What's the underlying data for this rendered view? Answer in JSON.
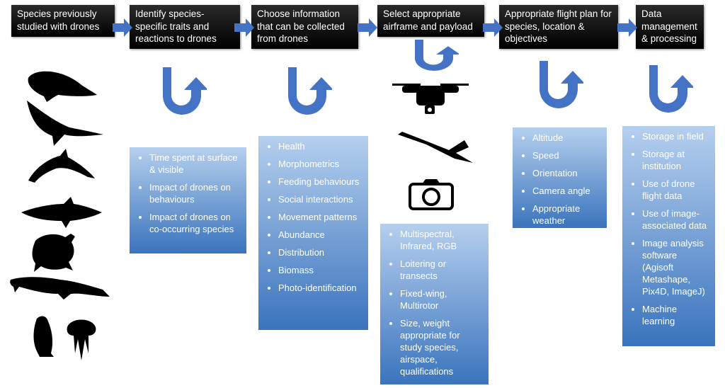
{
  "steps": [
    {
      "title": "Species previously studied with drones"
    },
    {
      "title": "Identify species-specific traits and reactions to drones",
      "items": [
        "Time spent at surface & visible",
        "Impact of drones on behaviours",
        "Impact of drones on co-occurring species"
      ]
    },
    {
      "title": "Choose information that can be collected from drones",
      "items": [
        "Health",
        "Morphometrics",
        "Feeding behaviours",
        "Social interactions",
        "Movement patterns",
        "Abundance",
        "Distribution",
        "Biomass",
        "Photo-identification"
      ]
    },
    {
      "title": "Select appropriate airframe and payload",
      "items": [
        "Multispectral, Infrared, RGB",
        "Loitering or transects",
        "Fixed-wing, Multirotor",
        "Size, weight appropriate for study species, airspace, qualifications"
      ]
    },
    {
      "title": "Appropriate flight plan for species, location & objectives",
      "items": [
        "Altitude",
        "Speed",
        "Orientation",
        "Camera angle",
        "Appropriate weather"
      ]
    },
    {
      "title": "Data management & processing",
      "items": [
        "Storage in field",
        "Storage at institution",
        "Use of drone flight data",
        "Use of image-associated data",
        "Image analysis software (Agisoft Metashape, Pix4D, ImageJ)",
        "Machine learning"
      ]
    }
  ],
  "colors": {
    "arrow": "#4472c4",
    "header": "#000000"
  }
}
